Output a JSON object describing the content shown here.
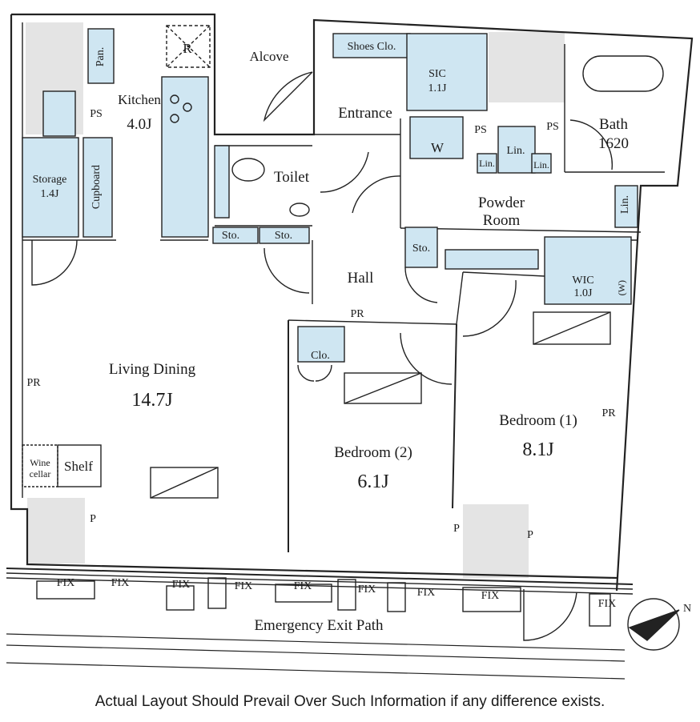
{
  "rooms": {
    "kitchen": {
      "name": "Kitchen",
      "size": "4.0J"
    },
    "pantry": "Pan.",
    "refrigerator": "R",
    "alcove": "Alcove",
    "shoes_closet": "Shoes Clo.",
    "sic": {
      "name": "SIC",
      "size": "1.1J"
    },
    "entrance": "Entrance",
    "bath": {
      "name": "Bath",
      "size": "1620"
    },
    "storage": {
      "name": "Storage",
      "size": "1.4J"
    },
    "cupboard": "Cupboard",
    "toilet": "Toilet",
    "washer": "W",
    "linen": "Lin.",
    "linen_small": "Lin.",
    "powder_room": {
      "line1": "Powder",
      "line2": "Room"
    },
    "storage_short": "Sto.",
    "hall": "Hall",
    "wic": {
      "name": "WIC",
      "size": "1.0J",
      "tag": "(W)"
    },
    "closet": "Clo.",
    "living_dining": {
      "name": "Living Dining",
      "size": "14.7J"
    },
    "wine_cellar": {
      "line1": "Wine",
      "line2": "cellar"
    },
    "shelf": "Shelf",
    "bedroom2": {
      "name": "Bedroom (2)",
      "size": "6.1J"
    },
    "bedroom1": {
      "name": "Bedroom (1)",
      "size": "8.1J"
    }
  },
  "markers": {
    "ps": "PS",
    "pr": "PR",
    "p": "P",
    "fix": "FIX"
  },
  "exterior": {
    "emergency_path": "Emergency Exit Path",
    "compass_north": "N"
  },
  "disclaimer": "Actual Layout Should Prevail Over Such Information if any difference exists.",
  "colors": {
    "fixture_fill": "#cfe6f2",
    "wall_fill": "#e4e4e4",
    "line": "#222222"
  }
}
